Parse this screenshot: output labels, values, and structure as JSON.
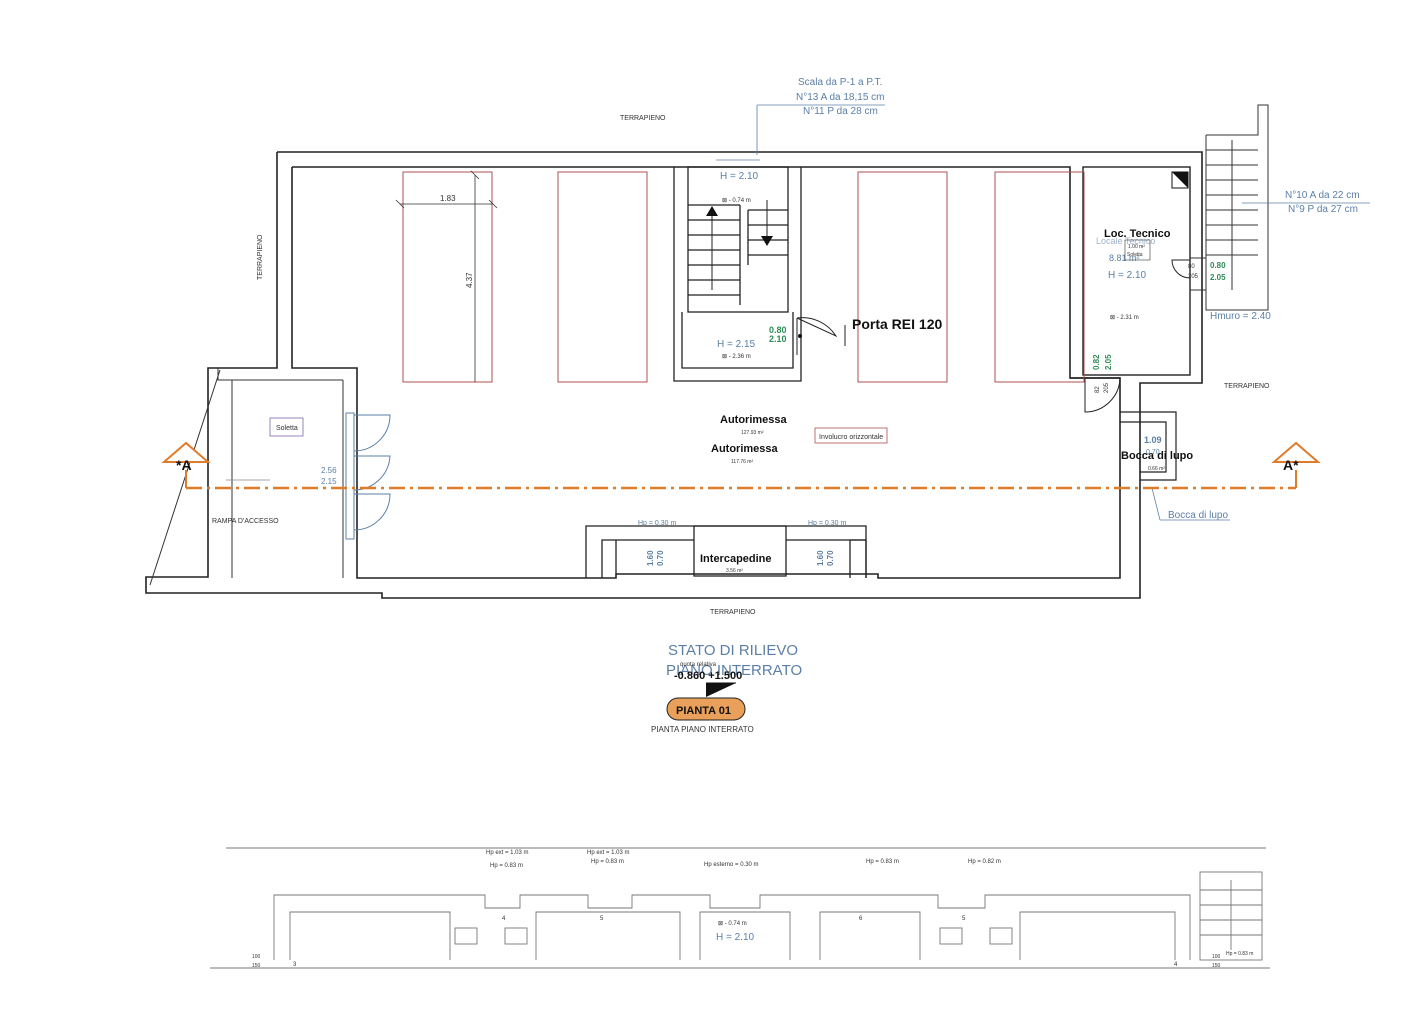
{
  "top_labels": {
    "terrapieno_top": "TERRAPIENO",
    "terrapieno_left": "TERRAPIENO",
    "terrapieno_right": "TERRAPIENO",
    "terrapieno_bottom": "TERRAPIENO"
  },
  "stair_note": {
    "line1": "Scala da P-1 a P.T.",
    "line2": "N°13 A da 18,15 cm",
    "line3": "N°11 P da 28 cm"
  },
  "stair_right_note": {
    "line1": "N°10 A da 22 cm",
    "line2": "N°9 P da 27 cm",
    "hmuro": "Hmuro = 2.40"
  },
  "stair_core": {
    "h_top": "H = 2.10",
    "area_top": "⊠ - 0.74 m",
    "h_bottom": "H = 2.15",
    "area_bottom": "⊠ - 2.36 m",
    "door_w": "0.80",
    "door_h": "2.10"
  },
  "door_label": "Porta REI 120",
  "parking": {
    "width": "1.83",
    "length": "4.37"
  },
  "loc_tecnico": {
    "title": "Loc. Tecnico",
    "subtitle": "Locale Tecnico",
    "area": "8.81 m²",
    "height": "H = 2.10",
    "hatch": "⊠ - 2.31 m",
    "soletta": "Soletta",
    "soletta_area": "1.00 m²",
    "door1_w": "0.80",
    "door1_h": "2.05",
    "door1_w_small": "80",
    "door1_h_small": "205",
    "door2_w": "0.82",
    "door2_h": "2.05",
    "door2_w_small": "82",
    "door2_h_small": "205"
  },
  "autorimessa": {
    "label1": "Autorimessa",
    "area1": "127.93 m²",
    "label2": "Autorimessa",
    "area2": "117.76 m²",
    "involucro": "Involucro orizzontale",
    "gate_w": "2.56",
    "gate_h": "2.15"
  },
  "ingresso": {
    "soletta": "Soletta",
    "rampa": "RAMPA D'ACCESSO"
  },
  "bocca": {
    "label": "Bocca di lupo",
    "note": "Bocca di lupo",
    "dim1": "1.09",
    "dim2": "0.70",
    "area": "0.66 m²"
  },
  "intercapedine": {
    "label": "Intercapedine",
    "area": "3.56 m²",
    "left_w": "1.60",
    "left_h": "0.70",
    "right_w": "1.60",
    "right_h": "0.70",
    "left_hp": "Hp = 0.30 m",
    "right_hp": "Hp = 0.30 m"
  },
  "section_markers": {
    "left": "*A",
    "right": "A*"
  },
  "title_block": {
    "title1": "STATO DI RILIEVO",
    "title2": "PIANO INTERRATO",
    "quota_label": "quota relativa",
    "quota": "-0.860 +1.500",
    "badge": "PIANTA  01",
    "caption": "PIANTA PIANO INTERRATO"
  },
  "lower_plan": {
    "hp1a": "Hp ext = 1.03 m",
    "hp1b": "Hp = 0.83 m",
    "hp2a": "Hp ext = 1.03 m",
    "hp2b": "Hp = 0.83 m",
    "hp3": "Hp esterno = 0.30 m",
    "hp4": "Hp = 0.83 m",
    "hp5": "Hp = 0.82 m",
    "h": "H = 2.10",
    "hatch": "⊠ - 0.74 m",
    "n3": "3",
    "n4a": "4",
    "n5a": "5",
    "n6": "6",
    "n5b": "5",
    "n4b": "4",
    "d100": "100",
    "d150": "150",
    "hp_right": "Hp = 0.83 m",
    "d100b": "100",
    "d150b": "150"
  },
  "colors": {
    "section_line": "#e07b2a",
    "badge_fill": "#e8a05a",
    "blue_text": "#5b7fa6",
    "green_text": "#2e8b57",
    "parking_outline": "#b05050"
  }
}
